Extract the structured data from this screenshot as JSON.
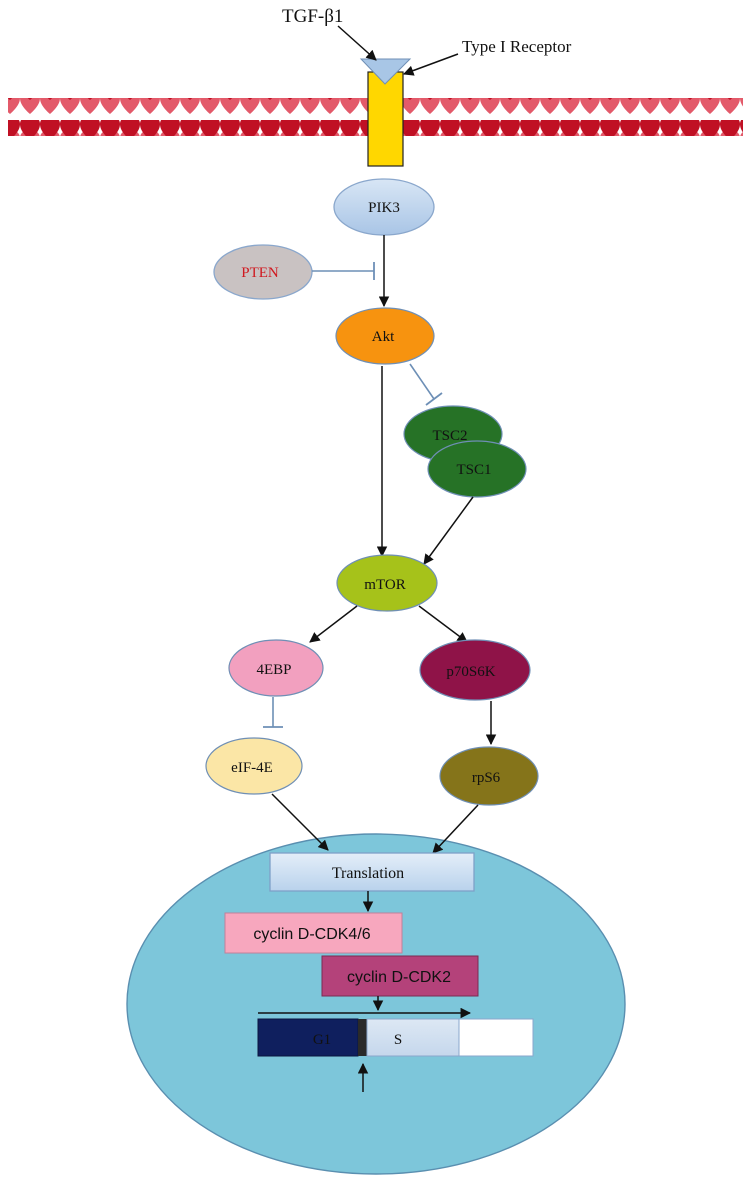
{
  "labels": {
    "ligand": "TGF-β1",
    "receptor": "Type I Receptor"
  },
  "nodes": {
    "pik3": "PIK3",
    "pten": "PTEN",
    "akt": "Akt",
    "tsc2": "TSC2",
    "tsc1": "TSC1",
    "mtor": "mTOR",
    "ebp4": "4EBP",
    "p70s6k": "p70S6K",
    "eif4e": "eIF-4E",
    "rps6": "rpS6",
    "translation": "Translation",
    "cyclin_d_cdk46": "cyclin D-CDK4/6",
    "cyclin_d_cdk2": "cyclin D-CDK2",
    "g1": "G1",
    "s": "S"
  },
  "colors": {
    "pik3": "#b9d1ea",
    "pten": "#c9c2c2",
    "pten_text": "#d0181f",
    "akt": "#f7930f",
    "tsc": "#267226",
    "mtor": "#a6c21a",
    "ebp4": "#f2a0bf",
    "p70s6k": "#8f1348",
    "eif4e": "#fbe6a6",
    "rps6": "#85741a",
    "nucleus": "#7dc6da",
    "receptor": "#ffd700",
    "membrane": "#c01024",
    "g1": "#0f1f5e",
    "cyclin_d_cdk46": "#f7a7be",
    "cyclin_d_cdk2": "#b4427a"
  },
  "icons": [
    "heart-membrane",
    "receptor-triangle"
  ]
}
